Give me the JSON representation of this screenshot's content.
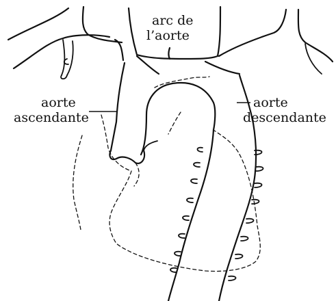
{
  "labels": {
    "arch_line1": "arc de",
    "arch_line2": "l’aorte",
    "ascending_line1": "aorte",
    "ascending_line2": "ascendante",
    "descending_line1": "aorte",
    "descending_line2": "descendante"
  }
}
